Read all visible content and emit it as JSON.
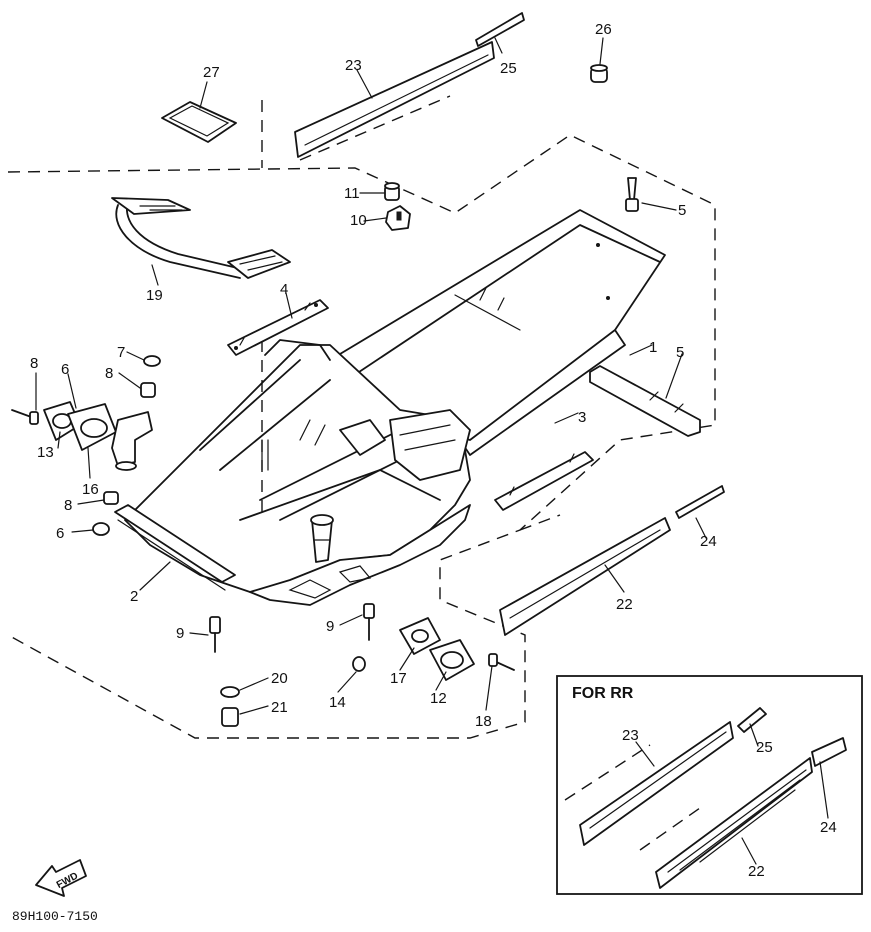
{
  "callouts": {
    "c1": "1",
    "c2": "2",
    "c3": "3",
    "c4": "4",
    "c5a": "5",
    "c5b": "5",
    "c6a": "6",
    "c6b": "6",
    "c7": "7",
    "c8a": "8",
    "c8b": "8",
    "c8c": "8",
    "c9a": "9",
    "c9b": "9",
    "c10": "10",
    "c11": "11",
    "c12": "12",
    "c13": "13",
    "c14": "14",
    "c16": "16",
    "c17": "17",
    "c18": "18",
    "c19": "19",
    "c20": "20",
    "c21": "21",
    "c22": "22",
    "c23": "23",
    "c24": "24",
    "c25": "25",
    "c26": "26",
    "c27": "27"
  },
  "inset": {
    "title": "FOR RR",
    "c22": "22",
    "c23": "23",
    "c24": "24",
    "c25": "25"
  },
  "fwd_label": "FWD",
  "diagram_code": "89H100-7150"
}
